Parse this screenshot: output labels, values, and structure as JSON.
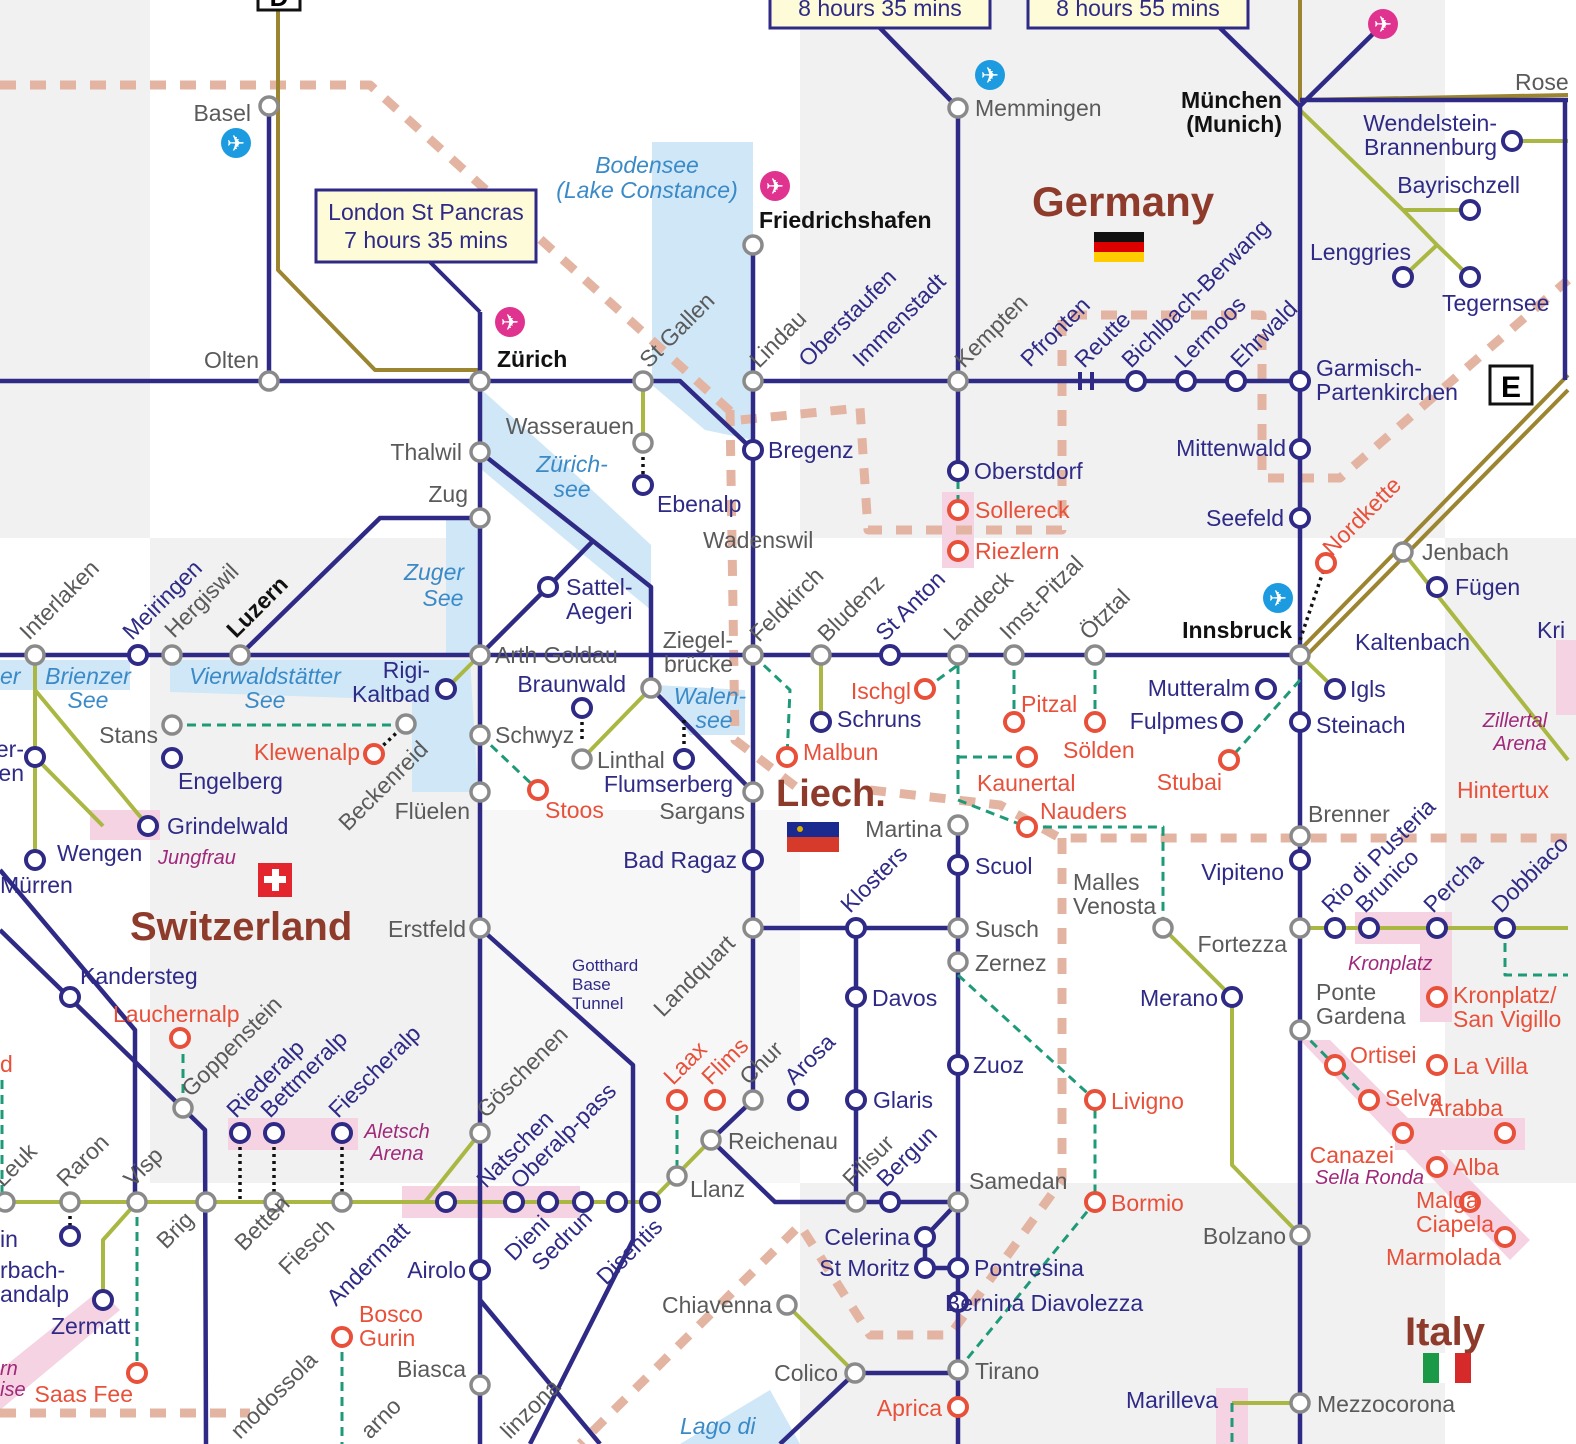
{
  "colors": {
    "navy": "#2e2a86",
    "olive": "#aab843",
    "gold": "#9c8531",
    "bus": "#1f9a78",
    "border": "#e3b4a2",
    "water": "#cfe7f7",
    "resort": "#e8503a",
    "airport_blue": "#1c9be0",
    "airport_pink": "#e0338f",
    "purple": "#a0287a",
    "country": "#8e3b2c"
  },
  "countries": {
    "germany": "Germany",
    "switzerland": "Switzerland",
    "liechtenstein": "Liech.",
    "italy": "Italy"
  },
  "callouts": {
    "london": [
      "London St Pancras",
      "7 hours 35 mins"
    ],
    "munich_a": "8 hours 35 mins",
    "munich_b": "8 hours 55 mins",
    "grid_d": "D",
    "grid_e": "E"
  },
  "water": {
    "bodensee": [
      "Bodensee",
      "(Lake Constance)"
    ],
    "zurichsee": [
      "Zürich-",
      "see"
    ],
    "zugersee": [
      "Zuger",
      "See"
    ],
    "brienzersee": [
      "Brienzer",
      "See"
    ],
    "vierwald": [
      "Vierwaldstätter",
      "See"
    ],
    "walensee": [
      "Walen-",
      "see"
    ],
    "lago": "Lago di",
    "edge": "er"
  },
  "areas": {
    "jungfrau": "Jungfrau",
    "aletsch": [
      "Aletsch",
      "Arena"
    ],
    "kronplatz": "Kronplatz",
    "sellaronda": "Sella Ronda",
    "zillertal": [
      "Zillertal",
      "Arena"
    ],
    "gotthard": [
      "Gotthard",
      "Base",
      "Tunnel"
    ]
  },
  "stations": {
    "basel": [
      "Basel"
    ],
    "olten": [
      "Olten"
    ],
    "zurich": [
      "Zürich"
    ],
    "stgallen": [
      "St Gallen"
    ],
    "lindau": [
      "Lindau"
    ],
    "friedrichshafen": [
      "Friedrichshafen"
    ],
    "oberstaufen": [
      "Oberstaufen"
    ],
    "immenstadt": [
      "Immenstadt"
    ],
    "kempten": [
      "Kempten"
    ],
    "memmingen": [
      "Memmingen"
    ],
    "munchen": [
      "München",
      "(Munich)"
    ],
    "pfronten": [
      "Pfronten"
    ],
    "reutte": [
      "Reutte"
    ],
    "bichlbach": [
      "Bichlbach-Berwang"
    ],
    "lermoos": [
      "Lermoos"
    ],
    "ehrwald": [
      "Ehrwald"
    ],
    "garmisch": [
      "Garmisch-",
      "Partenkirchen"
    ],
    "wendelstein": [
      "Wendelstein-",
      "Brannenburg"
    ],
    "bayrischzell": [
      "Bayrischzell"
    ],
    "lenggries": [
      "Lenggries"
    ],
    "tegernsee": [
      "Tegernsee"
    ],
    "rose": [
      "Rose"
    ],
    "thalwil": [
      "Thalwil"
    ],
    "zug": [
      "Zug"
    ],
    "wasserauen": [
      "Wasserauen"
    ],
    "ebenalp": [
      "Ebenalp"
    ],
    "bregenz": [
      "Bregenz"
    ],
    "wadenswil": [
      "Wadenswil"
    ],
    "oberstdorf": [
      "Oberstdorf"
    ],
    "sollereck": [
      "Sollereck"
    ],
    "riezlern": [
      "Riezlern"
    ],
    "mittenwald": [
      "Mittenwald"
    ],
    "seefeld": [
      "Seefeld"
    ],
    "interlaken": [
      "Interlaken"
    ],
    "meiringen": [
      "Meiringen"
    ],
    "hergiswil": [
      "Hergiswil"
    ],
    "luzern": [
      "Luzern"
    ],
    "arthgoldau": [
      "Arth Goldau"
    ],
    "sattel": [
      "Sattel-",
      "Aegeri"
    ],
    "rigi": [
      "Rigi-",
      "Kaltbad"
    ],
    "braunwald": [
      "Braunwald"
    ],
    "schwyz": [
      "Schwyz"
    ],
    "linthal": [
      "Linthal"
    ],
    "ziegelbrucke": [
      "Ziegel-",
      "brücke"
    ],
    "flumserberg": [
      "Flumserberg"
    ],
    "stoos": [
      "Stoos"
    ],
    "fluelen": [
      "Flüelen"
    ],
    "stans": [
      "Stans"
    ],
    "engelberg": [
      "Engelberg"
    ],
    "klewenalp": [
      "Klewenalp"
    ],
    "beckenried": [
      "Beckenreid"
    ],
    "feldkirch": [
      "Feldkirch"
    ],
    "bludenz": [
      "Bludenz"
    ],
    "schruns": [
      "Schruns"
    ],
    "stanton": [
      "St Anton"
    ],
    "landeck": [
      "Landeck"
    ],
    "ischgl": [
      "Ischgl"
    ],
    "imst": [
      "Imst-Pitzal"
    ],
    "pitzal": [
      "Pitzal"
    ],
    "otztal": [
      "Ötztal"
    ],
    "solden": [
      "Sölden"
    ],
    "kaunertal": [
      "Kaunertal"
    ],
    "malbun": [
      "Malbun"
    ],
    "sargans": [
      "Sargans"
    ],
    "badragaz": [
      "Bad Ragaz"
    ],
    "martina": [
      "Martina"
    ],
    "nauders": [
      "Nauders"
    ],
    "scuol": [
      "Scuol"
    ],
    "innsbruck": [
      "Innsbruck"
    ],
    "nordkette": [
      "Nordkette"
    ],
    "jenbach": [
      "Jenbach"
    ],
    "fugen": [
      "Fügen"
    ],
    "kaltenbach": [
      "Kaltenbach"
    ],
    "kri": [
      "Kri"
    ],
    "mutteralm": [
      "Mutteralm"
    ],
    "igls": [
      "Igls"
    ],
    "fulpmes": [
      "Fulpmes"
    ],
    "steinach": [
      "Steinach"
    ],
    "stubai": [
      "Stubai"
    ],
    "hintertux": [
      "Hintertux"
    ],
    "brenner": [
      "Brenner"
    ],
    "vipiteno": [
      "Vipiteno"
    ],
    "lauterbrunnen": [
      "er-",
      "en"
    ],
    "wengen": [
      "Wengen"
    ],
    "grindelwald": [
      "Grindelwald"
    ],
    "murren": [
      "Mürren"
    ],
    "erstfeld": [
      "Erstfeld"
    ],
    "kandersteg": [
      "Kandersteg"
    ],
    "lauchernalp": [
      "Lauchernalp"
    ],
    "goppenstein": [
      "Goppenstein"
    ],
    "riederalp": [
      "Riederalp"
    ],
    "bettmeralp": [
      "Bettmeralp"
    ],
    "fiescheralp": [
      "Fiescheralp"
    ],
    "klosters": [
      "Klosters"
    ],
    "susch": [
      "Susch"
    ],
    "zernez": [
      "Zernez"
    ],
    "davos": [
      "Davos"
    ],
    "landquart": [
      "Landquart"
    ],
    "zuoz": [
      "Zuoz"
    ],
    "glaris": [
      "Glaris"
    ],
    "malles": [
      "Malles",
      "Venosta"
    ],
    "fortezza": [
      "Fortezza"
    ],
    "merano": [
      "Merano"
    ],
    "livigno": [
      "Livigno"
    ],
    "bormio": [
      "Bormio"
    ],
    "riopusteria": [
      "Rio di Pusteria"
    ],
    "brunico": [
      "Brunico"
    ],
    "percha": [
      "Percha"
    ],
    "dobbiaco": [
      "Dobbiaco"
    ],
    "kronplatzst": [
      "Kronplatz/",
      "San Vigillo"
    ],
    "pontegardena": [
      "Ponte",
      "Gardena"
    ],
    "ortisei": [
      "Ortisei"
    ],
    "lavilla": [
      "La Villa"
    ],
    "selva": [
      "Selva"
    ],
    "arabba": [
      "Arabba"
    ],
    "canazei": [
      "Canazei"
    ],
    "alba": [
      "Alba"
    ],
    "malga": [
      "Malga",
      "Ciapela"
    ],
    "marmolada": [
      "Marmolada"
    ],
    "laax": [
      "Laax"
    ],
    "flims": [
      "Flims"
    ],
    "chur": [
      "Chur"
    ],
    "arosa": [
      "Arosa"
    ],
    "reichenau": [
      "Reichenau"
    ],
    "llanz": [
      "Llanz"
    ],
    "goschenen": [
      "Göschenen"
    ],
    "natschen": [
      "Natschen"
    ],
    "oberalp": [
      "Oberalp-pass"
    ],
    "dieni": [
      "Dieni"
    ],
    "sedrun": [
      "Sedrun"
    ],
    "disentis": [
      "Disentis"
    ],
    "andermatt": [
      "Andermatt"
    ],
    "airolo": [
      "Airolo"
    ],
    "biasca": [
      "Biasca"
    ],
    "filisur": [
      "Filisur"
    ],
    "bergun": [
      "Bergun"
    ],
    "samedan": [
      "Samedan"
    ],
    "celerina": [
      "Celerina"
    ],
    "stmoritz": [
      "St Moritz"
    ],
    "pontresina": [
      "Pontresina"
    ],
    "bernina": [
      "Bernina Diavolezza"
    ],
    "tirano": [
      "Tirano"
    ],
    "aprica": [
      "Aprica"
    ],
    "colico": [
      "Colico"
    ],
    "chiavenna": [
      "Chiavenna"
    ],
    "bolzano": [
      "Bolzano"
    ],
    "mezzocorona": [
      "Mezzocorona"
    ],
    "marilleva": [
      "Marilleva"
    ],
    "leuk": [
      "Leuk"
    ],
    "raron": [
      "Raron"
    ],
    "visp": [
      "Visp"
    ],
    "brig": [
      "Brig"
    ],
    "betten": [
      "Betten"
    ],
    "fiesch": [
      "Fiesch"
    ],
    "zermatt": [
      "Zermatt"
    ],
    "tasch": [
      "rbach-",
      "andalp"
    ],
    "saasfee": [
      "Saas Fee"
    ],
    "boscogurin": [
      "Bosco",
      "Gurin"
    ],
    "domodossola": [
      "modossola"
    ],
    "locarno": [
      "arno"
    ],
    "bellinzona": [
      "linzona"
    ],
    "leftedge1": [
      "d"
    ],
    "leftedge2": [
      "in"
    ],
    "leftedge3": [
      "rn",
      "ise"
    ]
  }
}
